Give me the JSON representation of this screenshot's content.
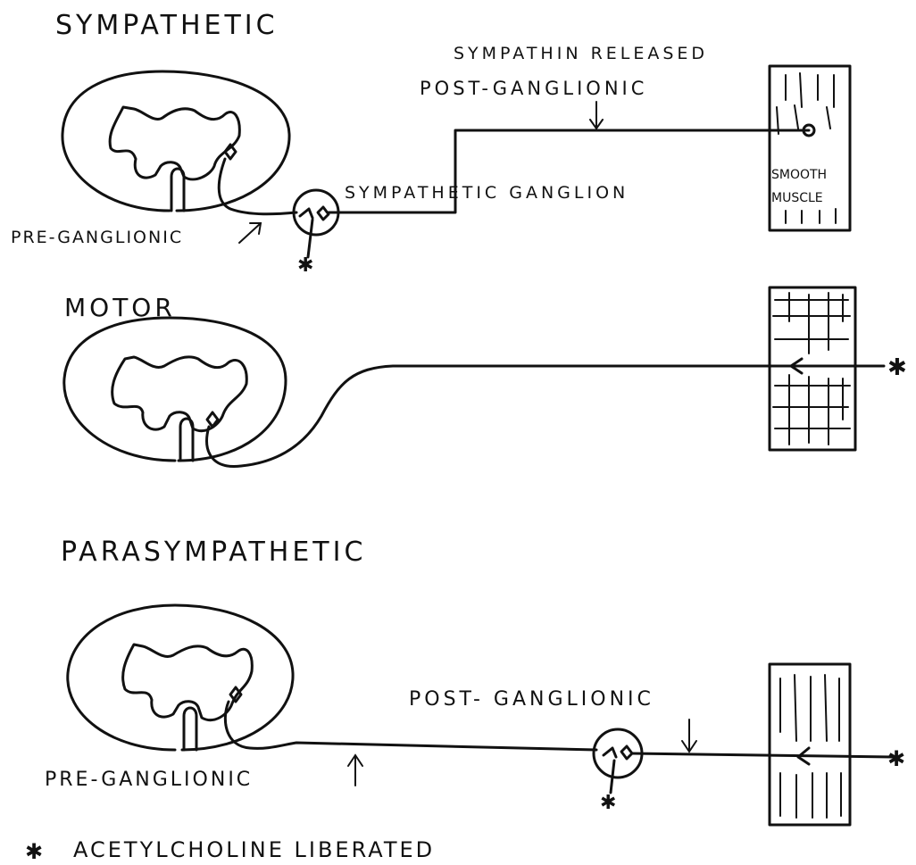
{
  "sympathetic": {
    "heading": "SYMPATHETIC",
    "sympathin_label": "SYMPATHIN RELEASED",
    "post_label": "POST-GANGLIONIC",
    "ganglion_label": "SYMPATHETIC GANGLION",
    "pre_label": "PRE-GANGLIONIC",
    "muscle_label_1": "SMOOTH",
    "muscle_label_2": "MUSCLE"
  },
  "motor": {
    "heading": "MOTOR"
  },
  "parasympathetic": {
    "heading": "PARASYMPATHETIC",
    "post_label": "POST- GANGLIONIC",
    "pre_label": "PRE-GANGLIONIC"
  },
  "legend": {
    "symbol": "✱",
    "text": "ACETYLCHOLINE LIBERATED"
  },
  "star_glyph": "✱"
}
